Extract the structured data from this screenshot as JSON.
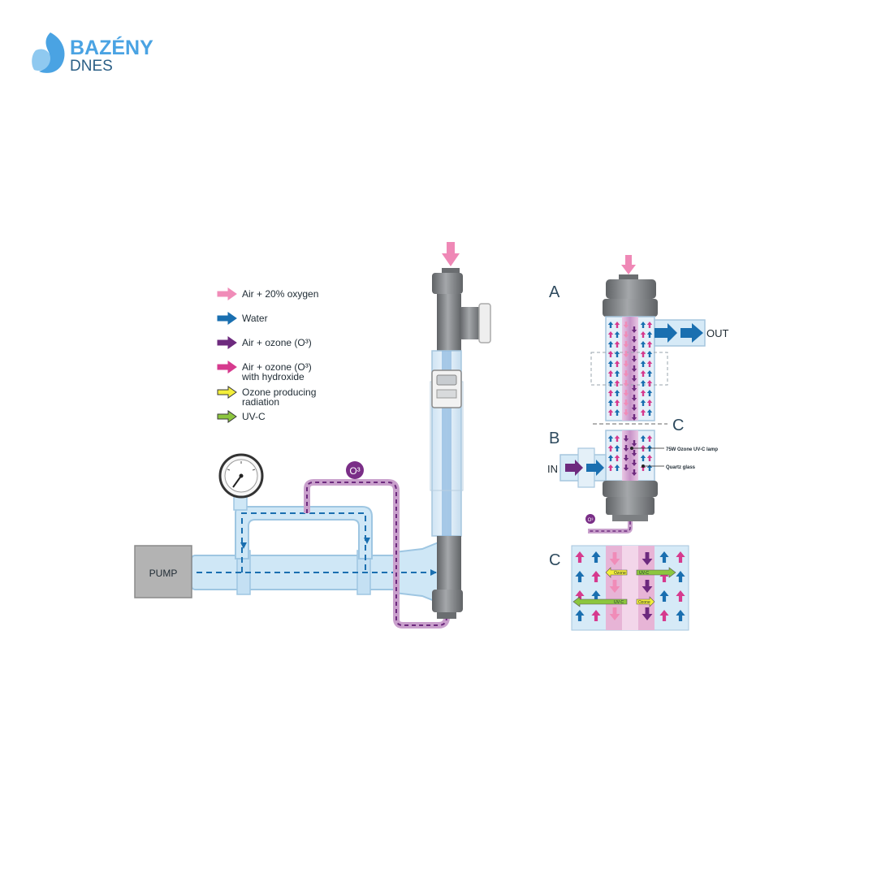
{
  "logo": {
    "brand_line1": "BAZÉNY",
    "brand_line2": "DNES",
    "color": "#4aa3e3"
  },
  "legend": [
    {
      "label": "Air + 20% oxygen",
      "label2": "",
      "color": "#f08cb8",
      "outline": "#f08cb8"
    },
    {
      "label": "Water",
      "label2": "",
      "color": "#1a6fb0",
      "outline": "#1a6fb0"
    },
    {
      "label": "Air + ozone (O³)",
      "label2": "",
      "color": "#6d2a7e",
      "outline": "#6d2a7e"
    },
    {
      "label": "Air + ozone (O³)",
      "label2": "with hydroxide",
      "color": "#d63a8e",
      "outline": "#d63a8e"
    },
    {
      "label": "Ozone producing",
      "label2": "radiation",
      "color": "#f3ee3a",
      "outline": "#3a3a3a"
    },
    {
      "label": "UV-C",
      "label2": "",
      "color": "#8cc63e",
      "outline": "#3a3a3a"
    }
  ],
  "labels": {
    "pump": "PUMP",
    "o3_badge": "O³",
    "o3_small": "O³",
    "section_a": "A",
    "section_b": "B",
    "section_c_divider": "C",
    "section_c_detail": "C",
    "out": "OUT",
    "in": "IN",
    "lamp": "75W Ozone UV-C lamp",
    "quartz": "Quartz glass",
    "ozone_tag": "Ozone",
    "uvc_tag": "UV-C"
  },
  "colors": {
    "pipe_fill": "#cfe7f6",
    "pipe_stroke": "#9ec6e2",
    "gray_body": "#8a8d90",
    "gray_dark": "#5c5f62",
    "pump_fill": "#b3b3b3",
    "ozone_line": "#8a3a93",
    "water": "#1a6fb0",
    "pink": "#f08cb8",
    "purple": "#6d2a7e",
    "magenta": "#d63a8e"
  }
}
